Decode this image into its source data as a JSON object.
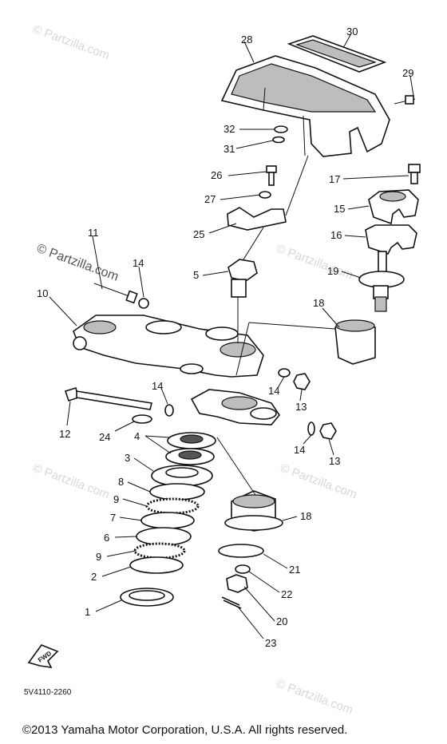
{
  "watermark_text": "© Partzilla.com",
  "diagram_code": "5V4110-2260",
  "fwd_label": "FWD",
  "copyright": "©2013  Yamaha Motor Corporation, U.S.A. All rights reserved.",
  "callouts": {
    "c1": "1",
    "c2": "2",
    "c3": "3",
    "c4": "4",
    "c5": "5",
    "c6": "6",
    "c7": "7",
    "c8": "8",
    "c9a": "9",
    "c9b": "9",
    "c10": "10",
    "c11": "11",
    "c12": "12",
    "c13a": "13",
    "c13b": "13",
    "c14a": "14",
    "c14b": "14",
    "c14c": "14",
    "c14d": "14",
    "c15": "15",
    "c16": "16",
    "c17": "17",
    "c18a": "18",
    "c18b": "18",
    "c19": "19",
    "c20": "20",
    "c21": "21",
    "c22": "22",
    "c23": "23",
    "c24": "24",
    "c25": "25",
    "c26": "26",
    "c27": "27",
    "c28": "28",
    "c29": "29",
    "c30": "30",
    "c31": "31",
    "c32": "32"
  }
}
